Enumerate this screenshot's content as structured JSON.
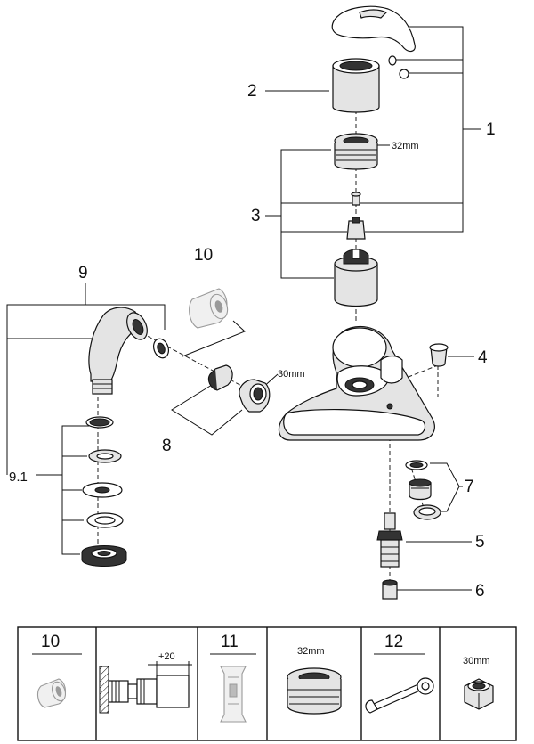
{
  "callouts": {
    "c1": "1",
    "c2": "2",
    "c3": "3",
    "c4": "4",
    "c5": "5",
    "c6": "6",
    "c7": "7",
    "c8": "8",
    "c9": "9",
    "c9_1": "9.1",
    "c10": "10"
  },
  "dimensions": {
    "cartridge_nut": "32mm",
    "union_nut": "30mm"
  },
  "legend": {
    "cell1_label": "10",
    "cell2_dim": "+20",
    "cell3_label": "11",
    "cell4_dim": "32mm",
    "cell5_label": "12",
    "cell6_dim": "30mm"
  }
}
